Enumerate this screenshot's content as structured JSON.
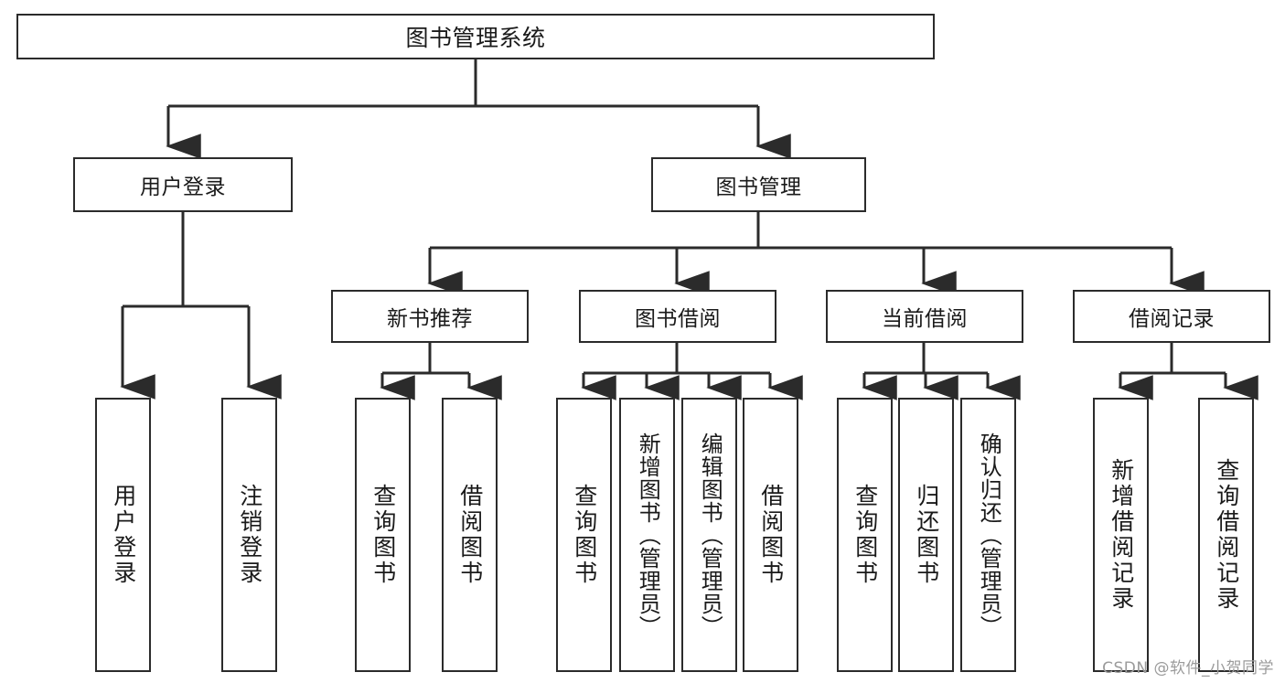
{
  "diagram": {
    "title": "图书管理系统",
    "type": "tree-hierarchy",
    "watermark": "CSDN @软件_小贺同学",
    "colors": {
      "stroke": "#2b2b2b",
      "fill": "#ffffff",
      "text": "#1a1a1a",
      "watermark": "#9b9b9b"
    },
    "root": {
      "label": "图书管理系统"
    },
    "level1": [
      {
        "label": "用户登录"
      },
      {
        "label": "图书管理"
      }
    ],
    "level2": [
      {
        "label": "新书推荐"
      },
      {
        "label": "图书借阅"
      },
      {
        "label": "当前借阅"
      },
      {
        "label": "借阅记录"
      }
    ],
    "leaves": {
      "user_login": [
        {
          "label": "用户登录"
        },
        {
          "label": "注销登录"
        }
      ],
      "new_book_recommend": [
        {
          "label": "查询图书"
        },
        {
          "label": "借阅图书"
        }
      ],
      "book_borrow": [
        {
          "label": "查询图书"
        },
        {
          "label": "新增图书（管理员）"
        },
        {
          "label": "编辑图书（管理员）"
        },
        {
          "label": "借阅图书"
        }
      ],
      "current_borrow": [
        {
          "label": "查询图书"
        },
        {
          "label": "归还图书"
        },
        {
          "label": "确认归还（管理员）"
        }
      ],
      "borrow_record": [
        {
          "label": "新增借阅记录"
        },
        {
          "label": "查询借阅记录"
        }
      ]
    }
  }
}
